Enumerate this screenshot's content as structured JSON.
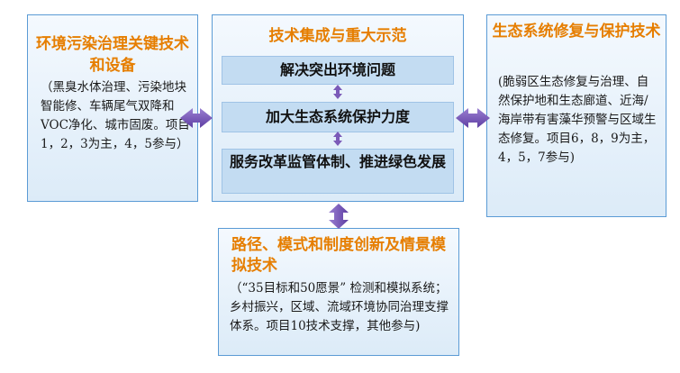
{
  "left": {
    "title": "环境污染治理关键技术和设备",
    "text": "（黑臭水体治理、污染地块智能修、车辆尾气双降和VOC净化、城市固废。项目1，2，3为主，4，5参与）"
  },
  "center": {
    "title": "技术集成与重大示范",
    "items": [
      "解决突出环境问题",
      "加大生态系统保护力度",
      "服务改革监管体制、推进绿色发展"
    ]
  },
  "right": {
    "title": "生态系统修复与保护技术",
    "text": "(脆弱区生态修复与治理、自然保护地和生态廊道、近海/海岸带有害藻华预警与区域生态修复。项目6，8，9为主，4，5，7参与)"
  },
  "bottom": {
    "title": "路径、模式和制度创新及情景模拟技术",
    "text": "（“35目标和50愿景” 检测和模拟系统；乡村振兴，区域、流域环境协同治理支撑体系。项目10技术支撑，其他参与)"
  },
  "colors": {
    "title": "#e67e00",
    "border": "#5b9bd5",
    "inner": "#c3dcf2",
    "arrow": "#7b5ab8"
  }
}
